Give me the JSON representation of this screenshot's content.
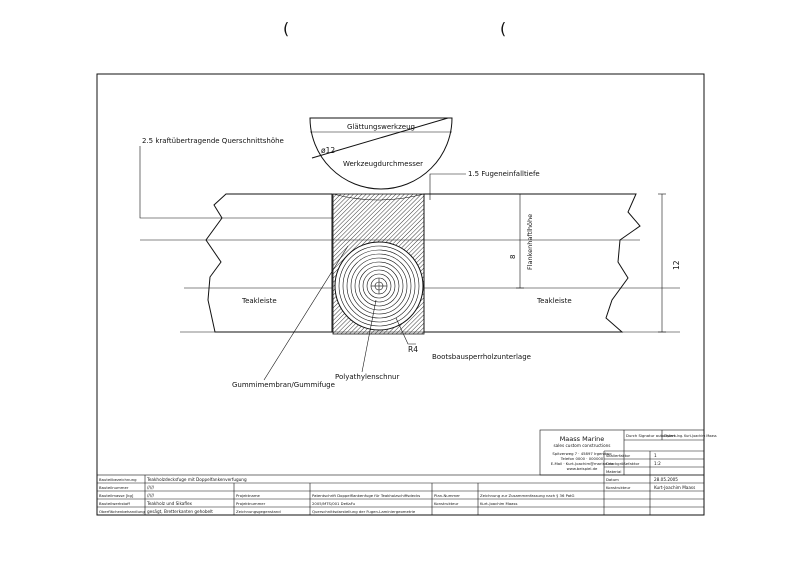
{
  "labels": {
    "tool": "Glättungswerkzeug",
    "diameter": "ø12",
    "tool_diameter": "Werkzeugdurchmesser",
    "force_height": "2.5 kraftübertragende Querschnittshöhe",
    "joint_depth": "1.5  Fugeneinfalltiefe",
    "flank_height": "Flankenhaftlhöhe",
    "dim_8": "8",
    "dim_12": "12",
    "teak_left": "Teakleiste",
    "teak_right": "Teakleiste",
    "radius": "R4",
    "backing": "Bootsbausperrholzunterlage",
    "cord": "Polyathylenschnur",
    "membrane": "Gummimembran/Gummifuge"
  },
  "company": {
    "name": "Maass Marine",
    "sub": "sales custom constructions",
    "lines": [
      "Spitzerweg 7 · 45897 Irgendwo",
      "Telefon 0000 · 000000",
      "E-Mail · Kurt-Joachim@marine.de",
      "www.beispiel.de"
    ],
    "sign_label": "Durch Signatur autorisiert",
    "sign_value": "Diplom-Ing. Kurt-Joachim Maass"
  },
  "title_block": {
    "right": [
      {
        "label": "Skalierfaktor",
        "value": "1"
      },
      {
        "label": "Druckgrößefaktor",
        "value": "1:2"
      },
      {
        "label": "Material",
        "value": ""
      },
      {
        "label": "Datum",
        "value": "28.05.2005"
      },
      {
        "label": "Konstrukteur",
        "value": "Kurt-Joachim Maass"
      }
    ],
    "left": [
      {
        "label": "Bauteilbezeichnung",
        "value": "Teakholzdecksfuge mit Doppelfankenverfugung"
      },
      {
        "label": "Bauteilnummer",
        "value": "/////"
      },
      {
        "label": "Bauteilmasse  [kg]",
        "value": "/////"
      },
      {
        "label": "Bauteilwerkstoff",
        "value": "Teakholz und Sikaflex"
      },
      {
        "label": "Oberflächenbehandlung",
        "value": "gesägt, Bretterkanten gehobelt"
      }
    ],
    "mid": [
      {
        "label": "Projektname",
        "value": "Patentschrift Doppelflankenfuge für Teakholzschiffsdecks"
      },
      {
        "label": "Projektnummer",
        "value": "2005/MTS/001 DeKaFu"
      },
      {
        "label": "Zeichnungsgegenstand",
        "value": "Querschnittsdarstellung der Fugen-Laminiergeometrie"
      }
    ],
    "plan": [
      {
        "label": "Plan-Nummer",
        "value": "Zeichnung zur Zusammenfassung nach § 36 PatG"
      },
      {
        "label": "Konstrukteur",
        "value": "Kurt-Joachim Maass"
      }
    ]
  }
}
